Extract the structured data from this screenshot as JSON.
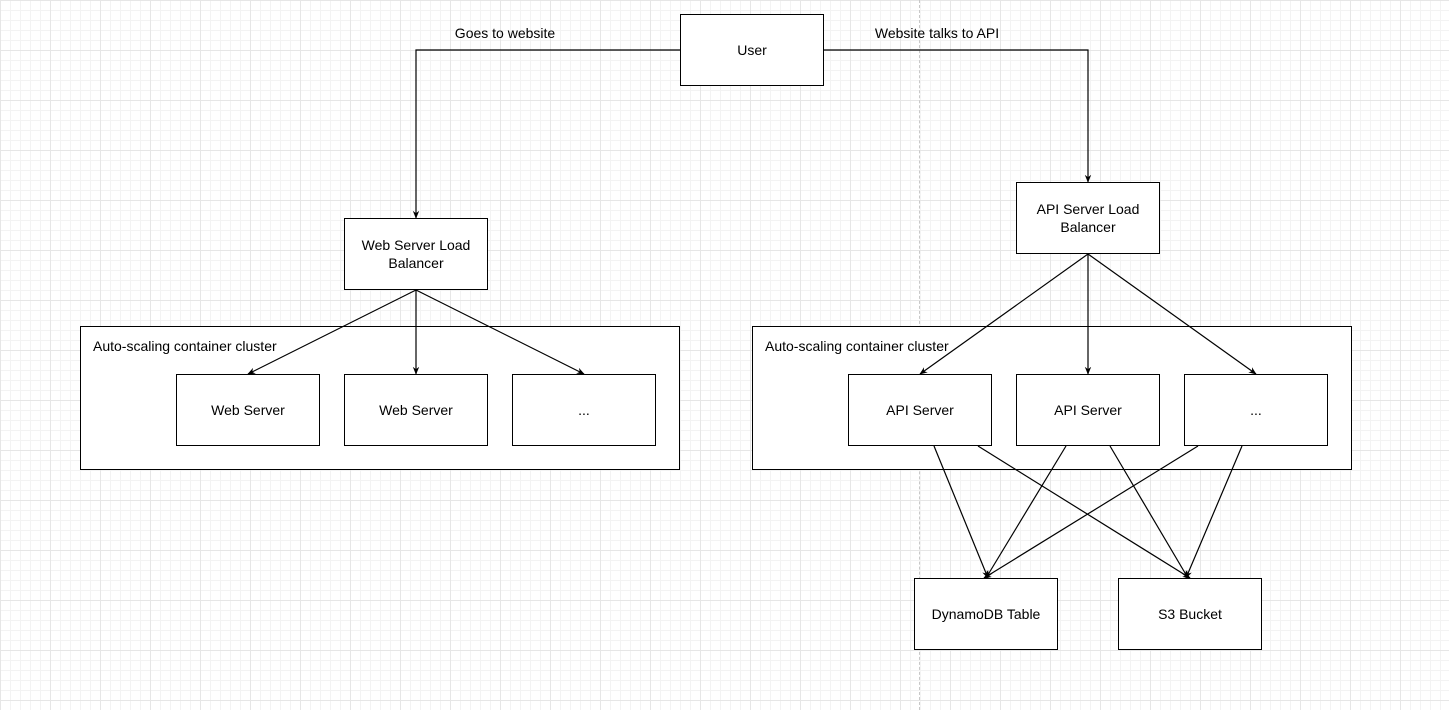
{
  "diagram": {
    "user": "User",
    "edge_labels": {
      "goes_to_website": "Goes to website",
      "website_talks_to_api": "Website talks to API"
    },
    "web_lb": "Web Server Load\nBalancer",
    "api_lb": "API Server Load\nBalancer",
    "web_cluster": {
      "label": "Auto-scaling container cluster",
      "nodes": [
        "Web Server",
        "Web Server",
        "..."
      ]
    },
    "api_cluster": {
      "label": "Auto-scaling container cluster",
      "nodes": [
        "API Server",
        "API Server",
        "..."
      ]
    },
    "dynamodb": "DynamoDB Table",
    "s3": "S3 Bucket"
  },
  "colors": {
    "stroke": "#000000",
    "grid": "#e6e6e6",
    "background": "#ffffff"
  }
}
